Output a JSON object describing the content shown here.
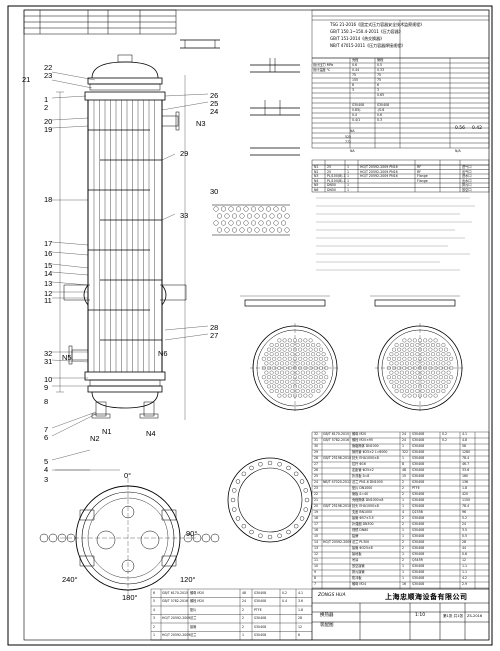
{
  "spec_lines": [
    "TSG 21-2016《固定式压力容器安全技术监察规程》",
    "GB/T 150.1~150.4-2011《压力容器》",
    "GB/T 151-2014《热交换器》",
    "NB/T 47015-2011《压力容器焊接规程》"
  ],
  "design_rows": [
    [
      "",
      "壳程",
      "管程"
    ],
    [
      "设计压力 MPa",
      "0.6",
      "0.5"
    ],
    [
      "设计温度 ℃",
      "0.44",
      "0.33"
    ],
    [
      "",
      "75",
      "75"
    ],
    [
      "",
      "155",
      "75"
    ],
    [
      "",
      "8",
      "6"
    ],
    [
      "",
      "3",
      "3"
    ],
    [
      "",
      "",
      "0.65"
    ]
  ],
  "design_rows_2": [
    [
      "",
      "S30408",
      "S30408"
    ],
    [
      "",
      "0.85/-",
      "-/0.8"
    ],
    [
      "",
      "0.4",
      "0.6"
    ],
    [
      "",
      "0.4/1",
      "0.3"
    ]
  ],
  "right_values": [
    "0.56",
    "0.42"
  ],
  "mid_values": [
    "NA",
    "525",
    "772",
    "NA",
    "N/A"
  ],
  "nozzle_rows": [
    [
      "N1",
      "25",
      "1",
      "HG/T 20592-2009 PN16",
      "RF",
      "进气口"
    ],
    [
      "N2",
      "25",
      "1",
      "HG/T 20592-2009 PN16",
      "RF",
      "出气口"
    ],
    [
      "N3",
      "PL/100(B)-1",
      "1",
      "HG/T 20592-2009 PN16",
      "Flange",
      "进水口"
    ],
    [
      "N4",
      "PL/100(B)-1",
      "1",
      "",
      "Flange",
      "出水口"
    ],
    [
      "N5",
      "DN50",
      "1",
      "",
      "",
      "排污口"
    ],
    [
      "N6",
      "DN50",
      "1",
      "",
      "",
      "放空口"
    ]
  ],
  "callouts": [
    "22",
    "23",
    "1",
    "2",
    "20",
    "19",
    "18",
    "17",
    "16",
    "15",
    "14",
    "13",
    "12",
    "11",
    "32",
    "31",
    "29",
    "33",
    "30",
    "26",
    "25",
    "24",
    "28",
    "27",
    "10",
    "9",
    "8",
    "7",
    "6",
    "5",
    "4",
    "3",
    "21",
    "N3",
    "N2",
    "N4",
    "N1",
    "N5",
    "N6"
  ],
  "angles": [
    "0°",
    "90°",
    "180°",
    "240°",
    "120°"
  ],
  "bom_rows_right": [
    [
      "32",
      "GB/T 6170-2015",
      "螺母 M20",
      "24",
      "S30408",
      "0.2",
      "4.1"
    ],
    [
      "31",
      "GB/T 5782-2016",
      "螺栓 M20×95",
      "24",
      "S30408",
      "0.2",
      "4.8"
    ],
    [
      "30",
      "",
      "管箱筒体 DN1000",
      "1",
      "S30408",
      "",
      "58"
    ],
    [
      "29",
      "",
      "换热管 Φ25×2 L=6000",
      "322",
      "S30408",
      "",
      "1280"
    ],
    [
      "28",
      "GB/T 25198-2010",
      "封头 EHA1000×8",
      "1",
      "S30408",
      "",
      "78.4"
    ],
    [
      "27",
      "",
      "拉杆 Φ16",
      "8",
      "S30408",
      "",
      "46.7"
    ],
    [
      "26",
      "",
      "定距管 Φ25×2",
      "48",
      "S30408",
      "",
      "33.6"
    ],
    [
      "25",
      "",
      "折流板 δ=8",
      "15",
      "S30408",
      "",
      "160"
    ],
    [
      "24",
      "NB/T 47020-2012",
      "法兰 PN1.6 DN1000",
      "2",
      "S30408",
      "",
      "136"
    ],
    [
      "23",
      "",
      "垫片 DN1000",
      "2",
      "PTFE",
      "",
      "1.8"
    ],
    [
      "22",
      "",
      "管板 δ=40",
      "2",
      "S30408",
      "",
      "420"
    ],
    [
      "21",
      "",
      "壳程筒体 DN1000×8",
      "1",
      "S30408",
      "",
      "1150"
    ],
    [
      "20",
      "GB/T 25198-2010",
      "封头 EHA1000×8",
      "1",
      "S30408",
      "",
      "78.4"
    ],
    [
      "19",
      "",
      "支座 BN1000",
      "4",
      "Q235B",
      "",
      "96"
    ],
    [
      "18",
      "",
      "接管 Φ57×3.5",
      "2",
      "S30408",
      "",
      "5.2"
    ],
    [
      "17",
      "",
      "补强圈 DN300",
      "2",
      "S30408",
      "",
      "24"
    ],
    [
      "16",
      "",
      "视镜 DN80",
      "1",
      "S30408",
      "",
      "3.5"
    ],
    [
      "15",
      "",
      "铭牌",
      "1",
      "S30408",
      "",
      "0.5"
    ],
    [
      "14",
      "HG/T 20592-2009",
      "法兰 PL300",
      "2",
      "S30408",
      "",
      "28"
    ],
    [
      "13",
      "",
      "接管 Φ325×8",
      "2",
      "S30408",
      "",
      "44"
    ],
    [
      "12",
      "",
      "接地板",
      "1",
      "S30408",
      "",
      "0.6"
    ],
    [
      "11",
      "",
      "吊耳",
      "2",
      "Q345R",
      "",
      "12"
    ],
    [
      "10",
      "",
      "放空接管",
      "1",
      "S30408",
      "",
      "1.1"
    ],
    [
      "9",
      "",
      "排污接管",
      "1",
      "S30408",
      "",
      "1.1"
    ],
    [
      "8",
      "",
      "防冲板",
      "1",
      "S30408",
      "",
      "4.2"
    ],
    [
      "7",
      "",
      "螺母 M24",
      "16",
      "S30408",
      "",
      "2.9"
    ]
  ],
  "bom_rows_left": [
    [
      "6",
      "GB/T 6170-2015",
      "螺母 M20",
      "48",
      "S30408",
      "0.2",
      "4.1"
    ],
    [
      "5",
      "GB/T 5782-2016",
      "螺栓 M20",
      "24",
      "S30408",
      "0.4",
      "3.6"
    ],
    [
      "4",
      "",
      "垫片",
      "2",
      "PTFE",
      "",
      "1.8"
    ],
    [
      "3",
      "HG/T 20592-2009",
      "法兰",
      "2",
      "S30408",
      "",
      "28"
    ],
    [
      "2",
      "",
      "接管",
      "2",
      "S30408",
      "",
      "12"
    ],
    [
      "1",
      "HG/T 20592-2009",
      "法兰",
      "1",
      "S30408",
      "",
      "6"
    ]
  ],
  "title_block": {
    "company": "上海忠顺海设备有限公司",
    "logo_text": "ZONGS HUA"
  },
  "title_cells": [
    "换热器",
    "装配图",
    "1:10",
    "第1张 共1张",
    "ZS-2016"
  ]
}
